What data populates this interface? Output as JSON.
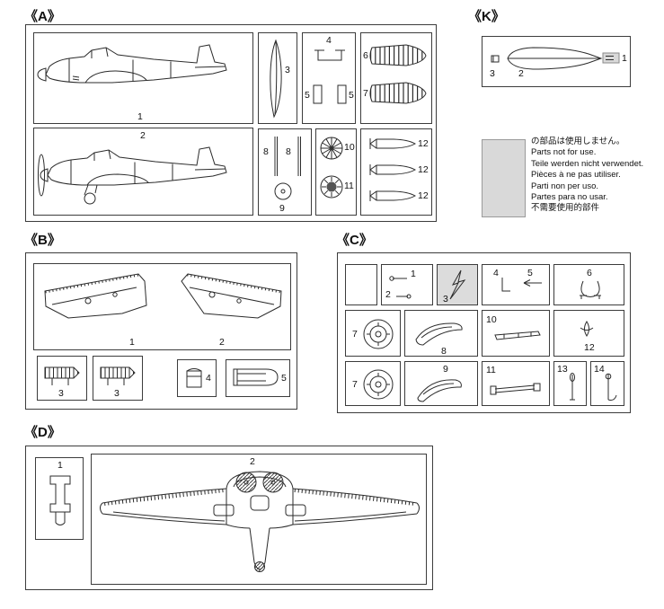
{
  "sprues": {
    "a": {
      "label": "《A》",
      "parts": {
        "p1": "1",
        "p2": "2",
        "p3": "3",
        "p4": "4",
        "p5a": "5",
        "p5b": "5",
        "p6": "6",
        "p7": "7",
        "p8a": "8",
        "p8b": "8",
        "p9": "9",
        "p10": "10",
        "p11": "11",
        "p12a": "12",
        "p12b": "12",
        "p12c": "12"
      }
    },
    "b": {
      "label": "《B》",
      "parts": {
        "p1": "1",
        "p2": "2",
        "p3a": "3",
        "p3b": "3",
        "p4": "4",
        "p5": "5"
      }
    },
    "c": {
      "label": "《C》",
      "parts": {
        "p1": "1",
        "p2": "2",
        "p3": "3",
        "p4": "4",
        "p5": "5",
        "p6": "6",
        "p7a": "7",
        "p7b": "7",
        "p8": "8",
        "p9": "9",
        "p10": "10",
        "p11": "11",
        "p12": "12",
        "p13": "13",
        "p14": "14"
      }
    },
    "d": {
      "label": "《D》",
      "parts": {
        "p1": "1",
        "p2": "2"
      }
    },
    "k": {
      "label": "《K》",
      "parts": {
        "p1": "1",
        "p2": "2",
        "p3": "3"
      }
    }
  },
  "notice": {
    "lines": [
      "の部品は使用しません。",
      "Parts not for use.",
      "Teile werden nicht verwendet.",
      "Pièces à ne pas utiliser.",
      "Parti non per uso.",
      "Partes para no usar.",
      "不需要使用的部件"
    ],
    "box_color": "#d9d9d9"
  },
  "colors": {
    "line": "#2b2b2b",
    "shaded_part_box": "#dcdcdc"
  }
}
